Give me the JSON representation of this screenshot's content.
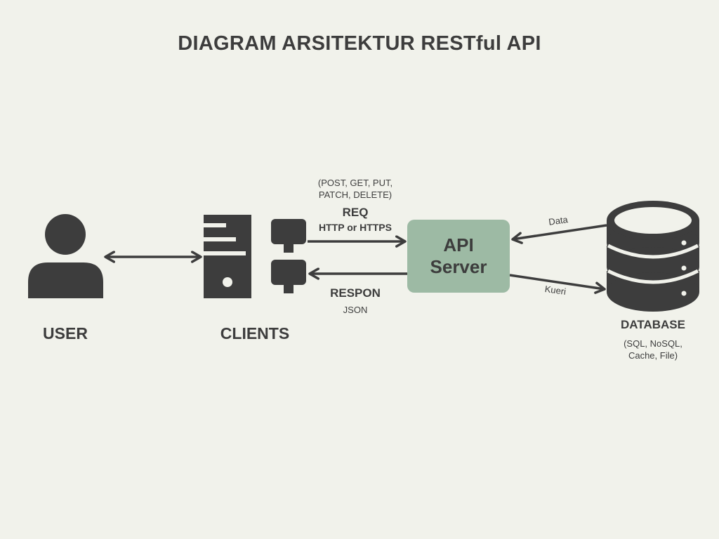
{
  "title": "DIAGRAM ARSITEKTUR RESTful API",
  "nodes": {
    "user": {
      "label": "USER",
      "icon": "user-icon"
    },
    "clients": {
      "label": "CLIENTS",
      "icon": "computer-icon"
    },
    "server": {
      "line1": "API",
      "line2": "Server",
      "color": "#9dbaa4"
    },
    "database": {
      "label": "DATABASE",
      "sub_line1": "(SQL, NoSQL,",
      "sub_line2": "Cache, File)",
      "icon": "database-icon"
    }
  },
  "edges": {
    "request": {
      "methods_line1": "(POST, GET, PUT,",
      "methods_line2": "PATCH, DELETE)",
      "label": "REQ",
      "protocol": "HTTP or HTTPS"
    },
    "response": {
      "label": "RESPON",
      "format": "JSON"
    },
    "data": {
      "label": "Data"
    },
    "query": {
      "label": "Kueri"
    }
  },
  "colors": {
    "background": "#f1f2eb",
    "ink": "#3d3d3d",
    "server": "#9dbaa4"
  }
}
